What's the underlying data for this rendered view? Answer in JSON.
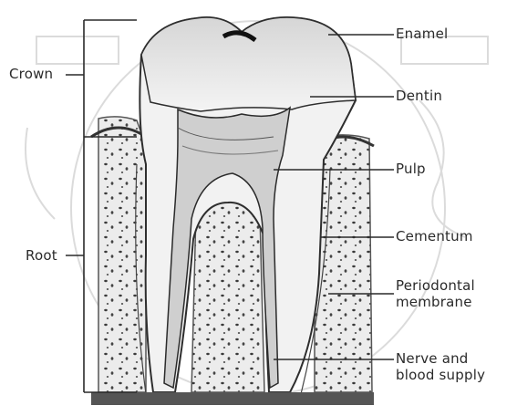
{
  "diagram": {
    "colors": {
      "ink": "#2a2a2a",
      "bone": "#e9e9e9",
      "watermark": "#bdbdbd"
    },
    "labels": {
      "crown": "Crown",
      "root": "Root",
      "enamel": "Enamel",
      "dentin": "Dentin",
      "pulp": "Pulp",
      "cementum": "Cementum",
      "periodontal_1": "Periodontal",
      "periodontal_2": "membrane",
      "nerve_1": "Nerve and",
      "nerve_2": "blood supply"
    }
  }
}
